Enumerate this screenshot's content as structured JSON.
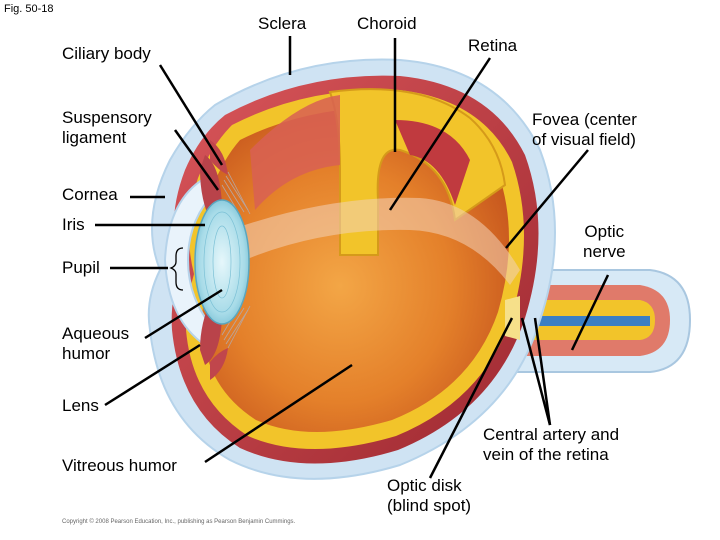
{
  "figure_label": "Fig. 50-18",
  "labels": {
    "sclera": "Sclera",
    "choroid": "Choroid",
    "retina": "Retina",
    "ciliary_body": "Ciliary body",
    "suspensory_ligament": "Suspensory\nligament",
    "fovea": "Fovea (center\nof visual field)",
    "cornea": "Cornea",
    "iris": "Iris",
    "pupil": "Pupil",
    "optic_nerve": "Optic\nnerve",
    "aqueous_humor": "Aqueous\nhumor",
    "lens": "Lens",
    "central_artery": "Central artery and\nvein of the retina",
    "vitreous_humor": "Vitreous humor",
    "optic_disk": "Optic disk\n(blind spot)"
  },
  "copyright": "Copyright © 2008 Pearson Education, Inc., publishing as Pearson Benjamin Cummings.",
  "colors": {
    "sclera_outer": "#cfe3f3",
    "choroid": "#b8323a",
    "retina": "#f2c42a",
    "vitreous": "#e88a2a",
    "lens": "#a7dbe8"
  }
}
